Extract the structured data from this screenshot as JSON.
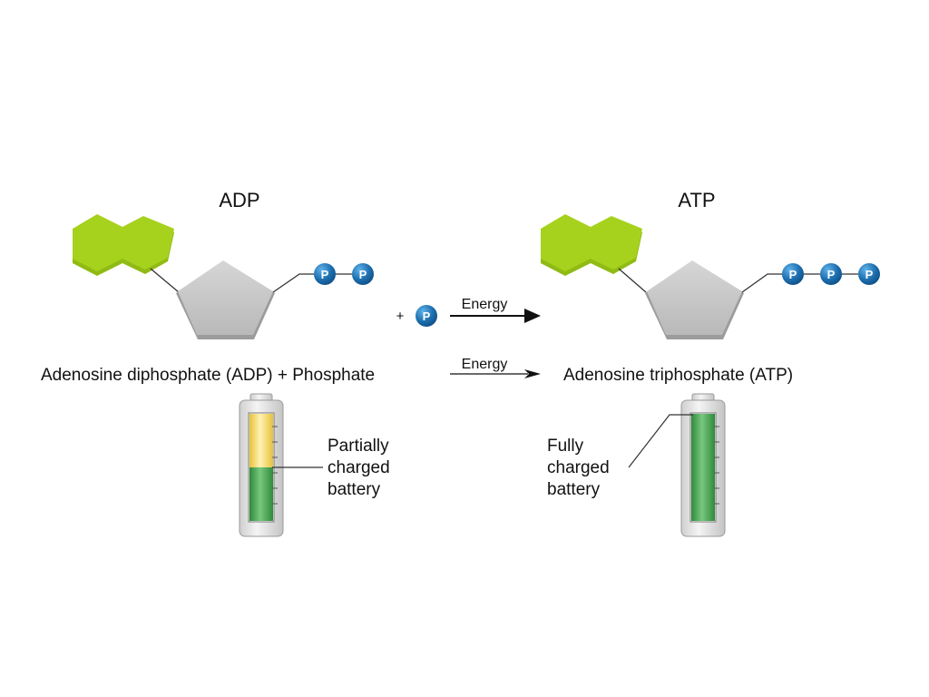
{
  "adp": {
    "title": "ADP"
  },
  "atp": {
    "title": "ATP"
  },
  "phosphate_symbol": "P",
  "plus": "+",
  "top_arrow_label": "Energy",
  "equation": {
    "left": "Adenosine diphosphate (ADP) + Phosphate",
    "arrow_label": "Energy",
    "right": "Adenosine triphosphate (ATP)"
  },
  "batteries": {
    "adp": {
      "label_lines": [
        "Partially",
        "charged",
        "battery"
      ],
      "charge_fraction": 0.5
    },
    "atp": {
      "label_lines": [
        "Fully",
        "charged",
        "battery"
      ],
      "charge_fraction": 1.0
    }
  },
  "colors": {
    "base_green": "#a6d21e",
    "sugar_gray": "#c8c8c8",
    "phosphate_blue": "#1d6fb0",
    "battery_green": "#3fa34d",
    "battery_yellow": "#f2d54a"
  }
}
